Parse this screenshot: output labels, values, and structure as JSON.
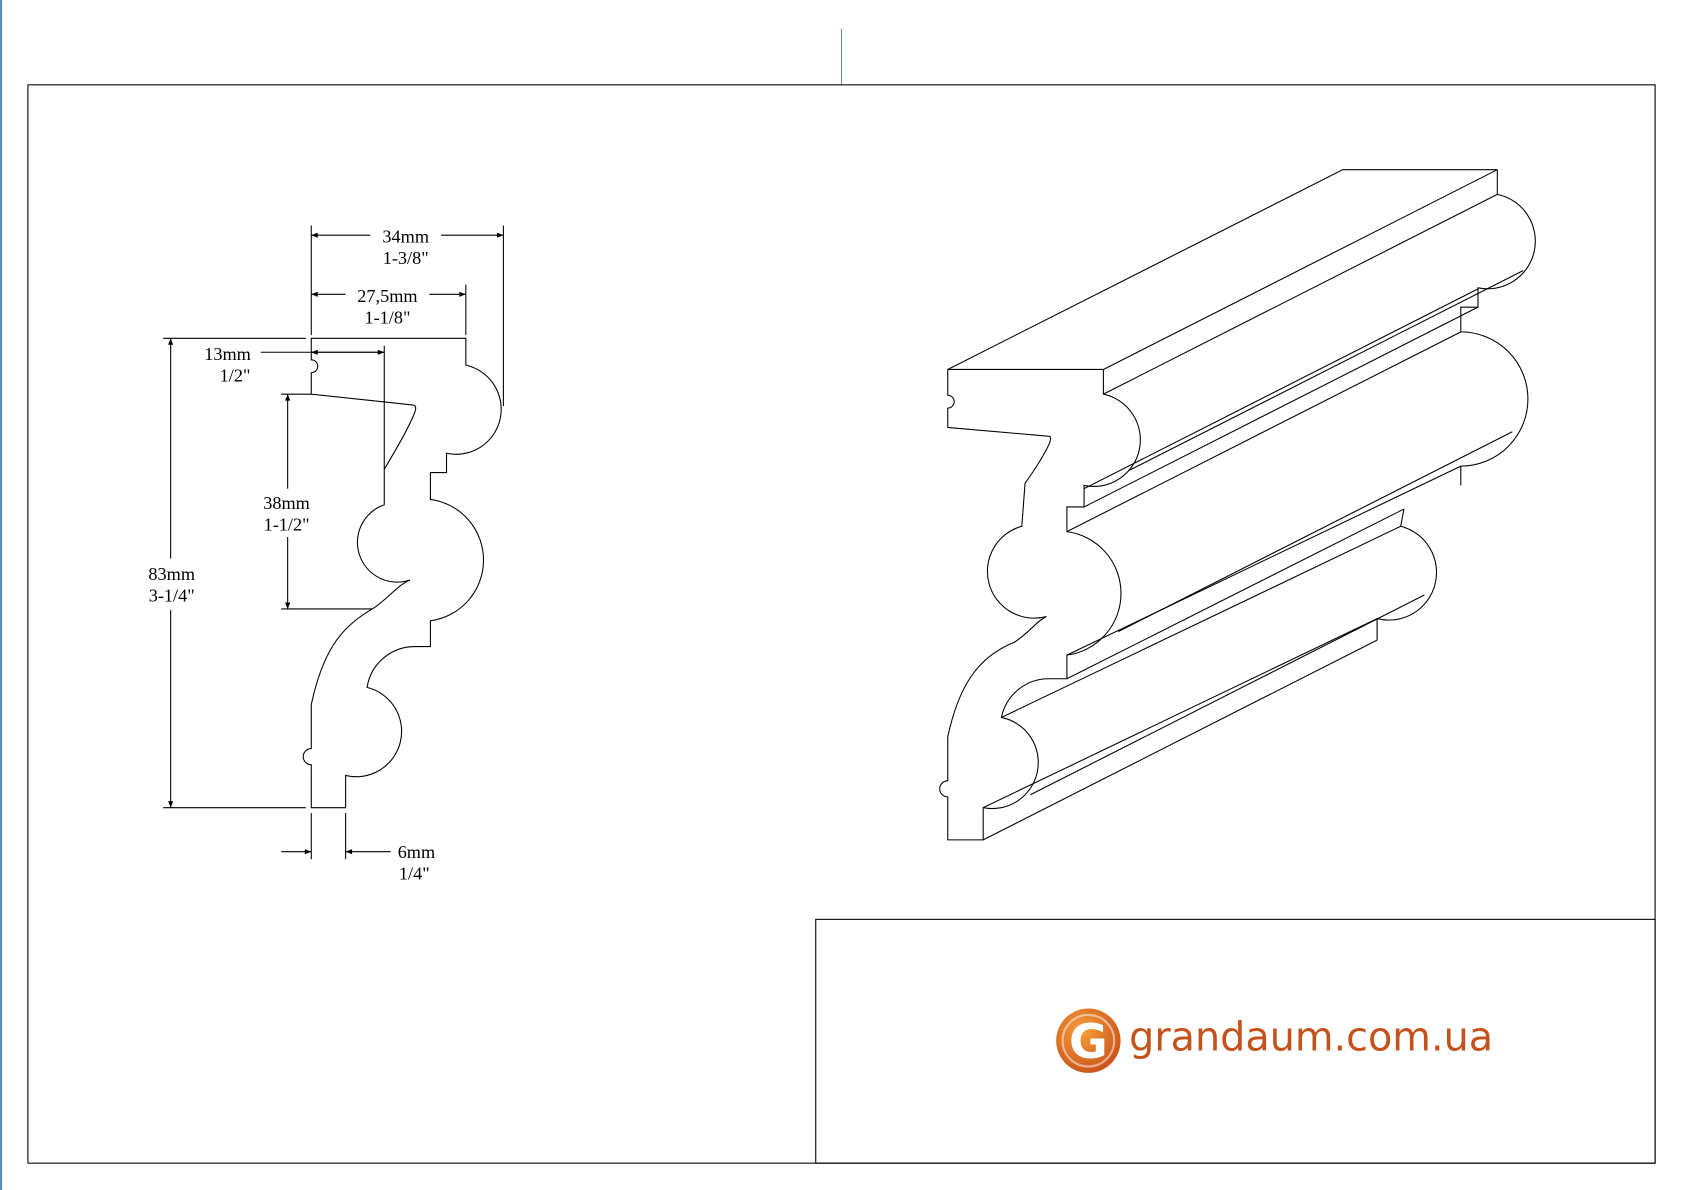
{
  "dimensions": {
    "width_total": {
      "mm": "34mm",
      "inch": "1-3/8\""
    },
    "width_body": {
      "mm": "27,5mm",
      "inch": "1-1/8\""
    },
    "top_step": {
      "mm": "13mm",
      "inch": "1/2\""
    },
    "middle_bead": {
      "mm": "38mm",
      "inch": "1-1/2\""
    },
    "height_total": {
      "mm": "83mm",
      "inch": "3-1/4\""
    },
    "bottom_step": {
      "mm": "6mm",
      "inch": "1/4\""
    }
  },
  "logo": {
    "letter": "G",
    "text": "grandaum.com.ua"
  },
  "colors": {
    "brand": "#c4521a",
    "frame_accent": "#5b8fb8"
  }
}
